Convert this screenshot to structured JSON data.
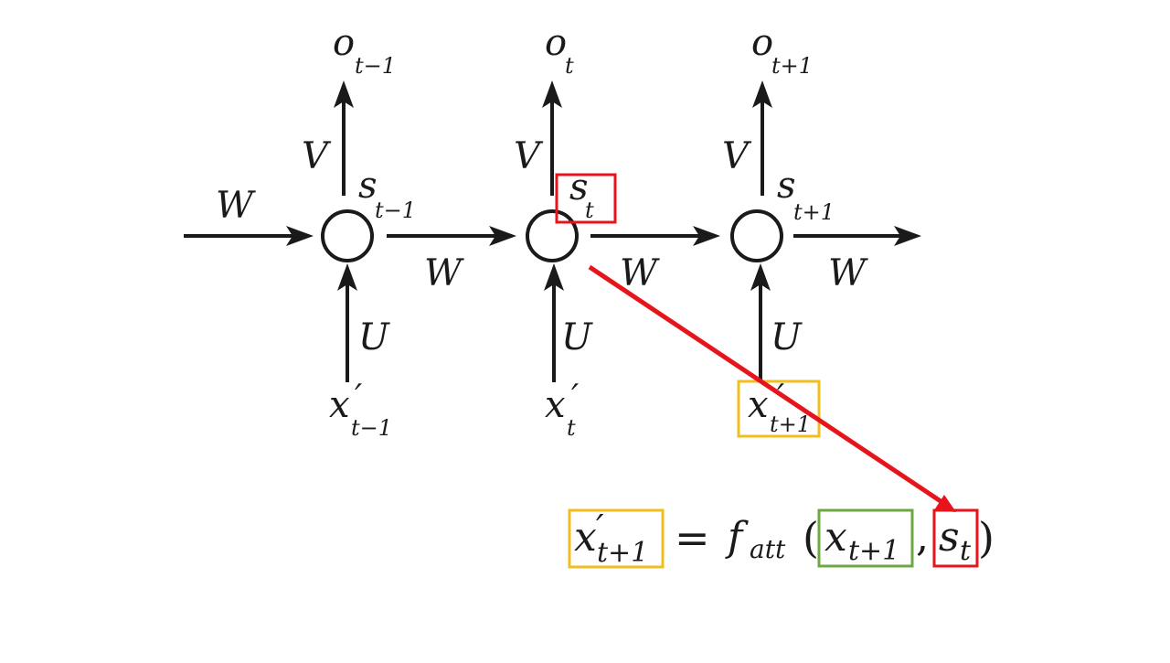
{
  "colors": {
    "ink": "#1a1a1a",
    "highlight_red": "#e8141b",
    "highlight_yellow": "#f0bf1f",
    "highlight_green": "#6ea843"
  },
  "labels": {
    "input_w": "W",
    "w": "W",
    "v": "V",
    "u": "U",
    "s": "s",
    "o": "o",
    "x": "x",
    "prime": "′",
    "sub_tm1": "t−1",
    "sub_t": "t",
    "sub_tp1": "t+1"
  },
  "formula": {
    "lhs_base": "x",
    "lhs_prime": "′",
    "lhs_sub": "t+1",
    "equals": "=",
    "func": "f",
    "func_sub": "att",
    "open_paren": "(",
    "arg1_base": "x",
    "arg1_sub": "t+1",
    "comma": ",",
    "arg2_base": "s",
    "arg2_sub": "t",
    "close_paren": ")"
  }
}
